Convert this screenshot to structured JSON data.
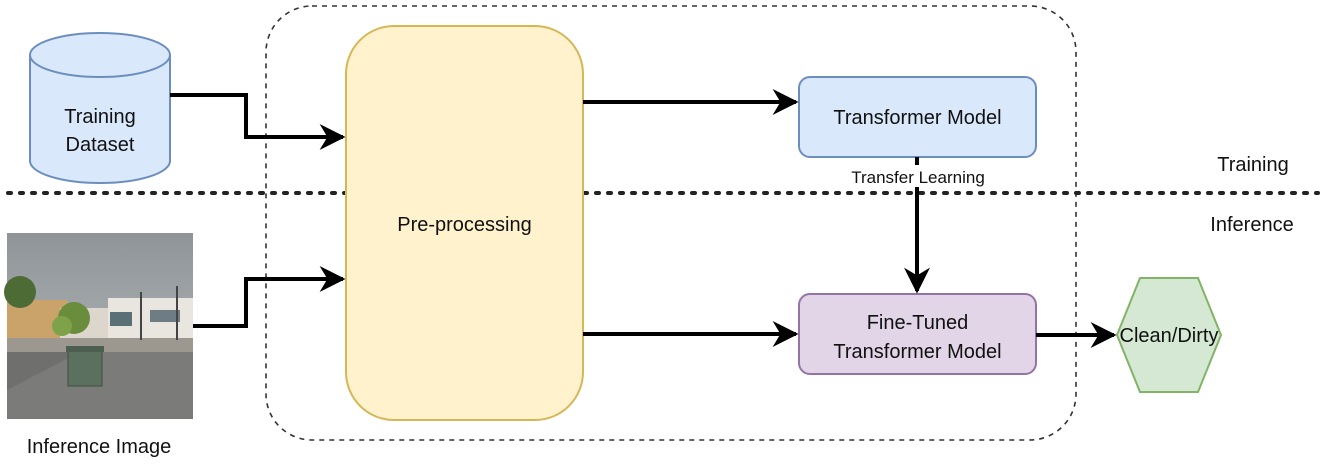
{
  "nodes": {
    "training_dataset": {
      "line1": "Training",
      "line2": "Dataset",
      "fill": "#dae8fc",
      "stroke": "#6c8ebf"
    },
    "preprocessing": {
      "label": "Pre-processing",
      "fill": "#fff2cc",
      "stroke": "#d6b656"
    },
    "transformer_model": {
      "label": "Transformer Model",
      "fill": "#dae8fc",
      "stroke": "#6c8ebf"
    },
    "fine_tuned_model": {
      "line1": "Fine-Tuned",
      "line2": "Transformer Model",
      "fill": "#e1d5e7",
      "stroke": "#9673a6"
    },
    "clean_dirty": {
      "label": "Clean/Dirty",
      "fill": "#d5e8d4",
      "stroke": "#82b366"
    },
    "inference_image": {
      "caption": "Inference Image"
    }
  },
  "edge_labels": {
    "transfer_learning": "Transfer Learning"
  },
  "phases": {
    "training": "Training",
    "inference": "Inference"
  },
  "colors": {
    "edge": "#000000",
    "divider": "#222222",
    "container": "#333333"
  }
}
